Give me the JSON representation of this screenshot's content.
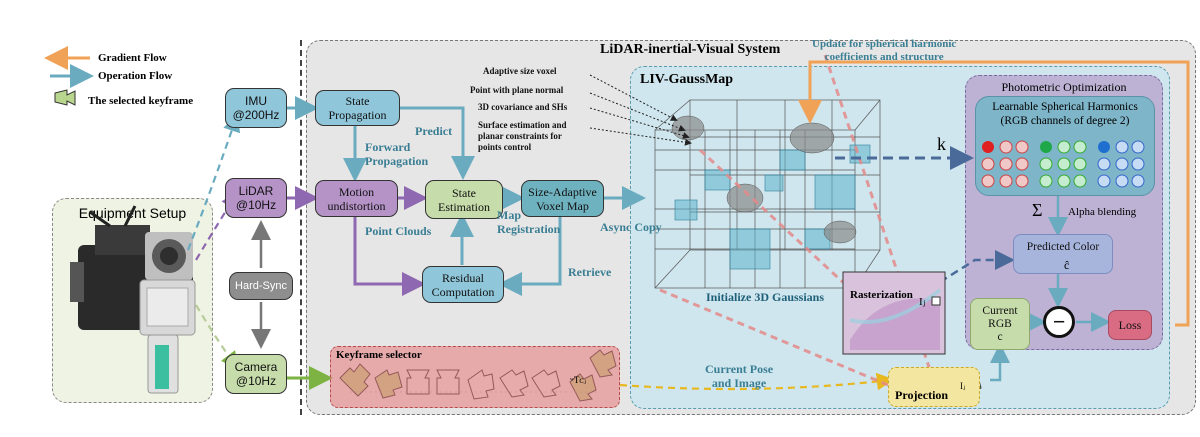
{
  "legend": {
    "gradient": "Gradient Flow",
    "operation": "Operation Flow",
    "keyframe": "The selected keyframe"
  },
  "colors": {
    "gradient": "#f0a256",
    "operation": "#6aabc0",
    "purple_flow": "#8e68b0",
    "keyframe_fill": "#b9d68f"
  },
  "equipment": {
    "title": "Equipment Setup"
  },
  "sensors": {
    "imu": "IMU\n@200Hz",
    "lidar": "LiDAR\n@10Hz",
    "hardsync": "Hard-Sync",
    "camera": "Camera\n@10Hz"
  },
  "system": {
    "title": "LiDAR-inertial-Visual System",
    "state_propagation": "State\nPropagation",
    "motion_undistortion": "Motion\nundistortion",
    "state_estimation": "State\nEstimation",
    "voxel_map": "Size-Adaptive\nVoxel Map",
    "residual": "Residual\nComputation",
    "lbl_predict": "Predict",
    "lbl_forward": "Forward\nPropagation",
    "lbl_point_clouds": "Point Clouds",
    "lbl_map_reg": "Map\nRegistration",
    "lbl_retrieve": "Retrieve",
    "lbl_async": "Async Copy"
  },
  "keyframe_selector": {
    "title": "Keyframe selector",
    "pose_label": "ʷTᴄⱼ"
  },
  "gaussmap": {
    "title": "LIV-GaussMap",
    "ann1": "Adaptive size voxel",
    "ann2": "Point with plane normal",
    "ann3": "3D covariance and SHs",
    "ann4": "Surface estimation and\nplanar constraints for\npoints control",
    "init": "Initialize 3D Gaussians",
    "update": "Update for spherical harmonic\ncoefficients and structure",
    "k_label": "k",
    "current_pose": "Current Pose\nand Image"
  },
  "rasterization": {
    "title": "Rasterization",
    "symbol": "Iⱼ"
  },
  "projection": {
    "title": "Projection",
    "symbol": "Iⱼ"
  },
  "photometric": {
    "title": "Photometric Optimization",
    "shs_title": "Learnable Spherical Harmonics\n(RGB channels of degree 2)",
    "sigma": "Σ",
    "alpha": "Alpha blending",
    "predicted": "Predicted Color",
    "c_hat": "ĉ",
    "current_rgb": "Current\nRGB\nc",
    "minus": "−",
    "loss": "Loss"
  }
}
